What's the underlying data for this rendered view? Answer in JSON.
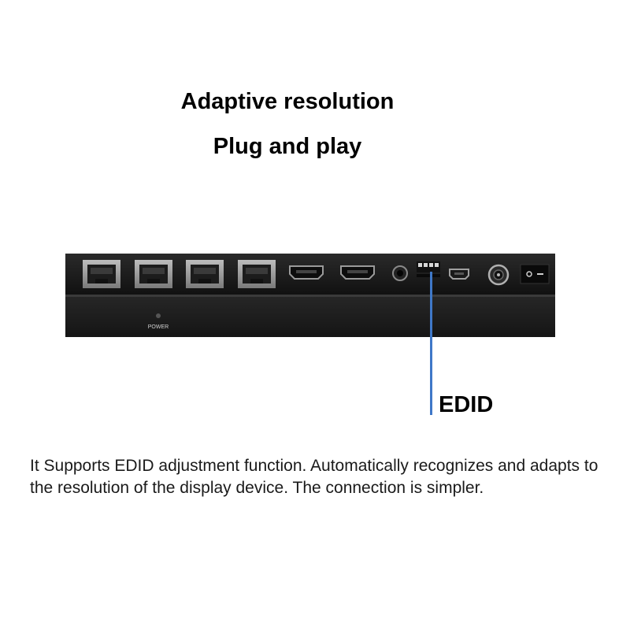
{
  "header": {
    "line1": "Adaptive resolution",
    "line2": "Plug and play"
  },
  "device": {
    "power_label": "POWER",
    "ports": [
      "rj45-port",
      "rj45-port",
      "rj45-port",
      "rj45-port",
      "hdmi-port",
      "hdmi-port",
      "audio-jack",
      "dip-switch",
      "mini-usb-port",
      "dc-power-jack",
      "power-rocker-switch"
    ]
  },
  "callout": {
    "label": "EDID",
    "line_color": "#3f78c8"
  },
  "description": {
    "text": " It Supports EDID adjustment function. Automatically recognizes and adapts to the resolution of the display device. The connection is simpler."
  }
}
